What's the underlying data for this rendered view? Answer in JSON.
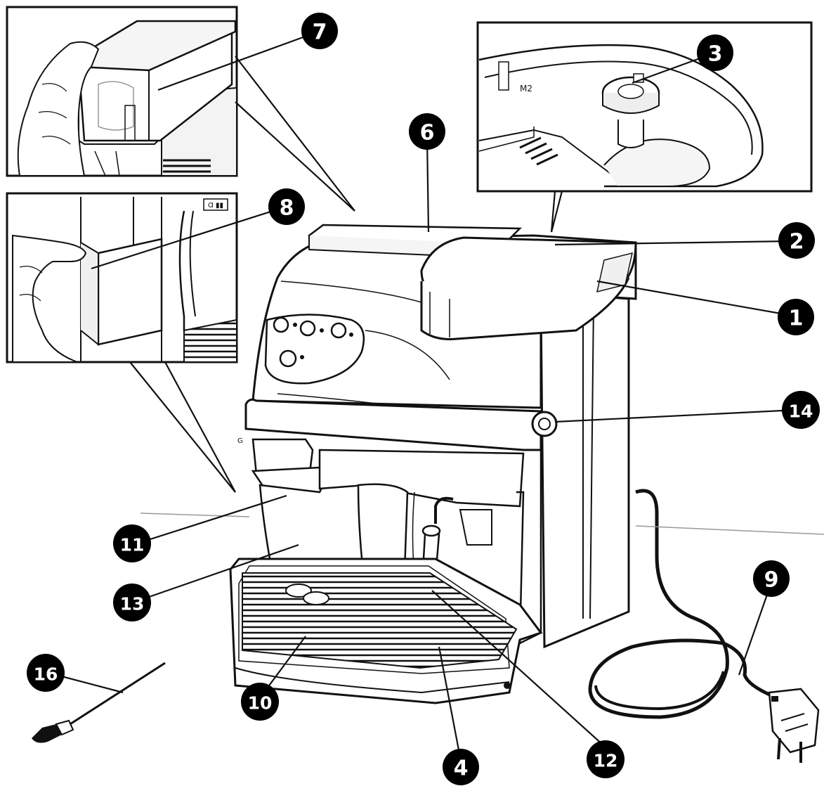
{
  "diagram": {
    "colors": {
      "ink": "#111111",
      "paper": "#ffffff",
      "shade": "#f1f1f1",
      "callout_fill": "#000000",
      "callout_text": "#ffffff"
    },
    "callouts": [
      {
        "id": "c1",
        "label": "1"
      },
      {
        "id": "c2",
        "label": "2"
      },
      {
        "id": "c3",
        "label": "3"
      },
      {
        "id": "c4",
        "label": "4"
      },
      {
        "id": "c6",
        "label": "6"
      },
      {
        "id": "c7",
        "label": "7"
      },
      {
        "id": "c8",
        "label": "8"
      },
      {
        "id": "c9",
        "label": "9"
      },
      {
        "id": "c10",
        "label": "10"
      },
      {
        "id": "c11",
        "label": "11"
      },
      {
        "id": "c12",
        "label": "12"
      },
      {
        "id": "c13",
        "label": "13"
      },
      {
        "id": "c14",
        "label": "14"
      },
      {
        "id": "c16",
        "label": "16"
      }
    ],
    "panel_marks": {
      "m2": "M2",
      "g": "G"
    },
    "icons": [
      "coffee-machine-illustration",
      "bean-hopper-inset",
      "water-tank-inset",
      "grind-dial-inset",
      "power-plug-icon",
      "cleaning-brush-icon",
      "steam-wand-icon",
      "drip-tray-icon"
    ]
  }
}
